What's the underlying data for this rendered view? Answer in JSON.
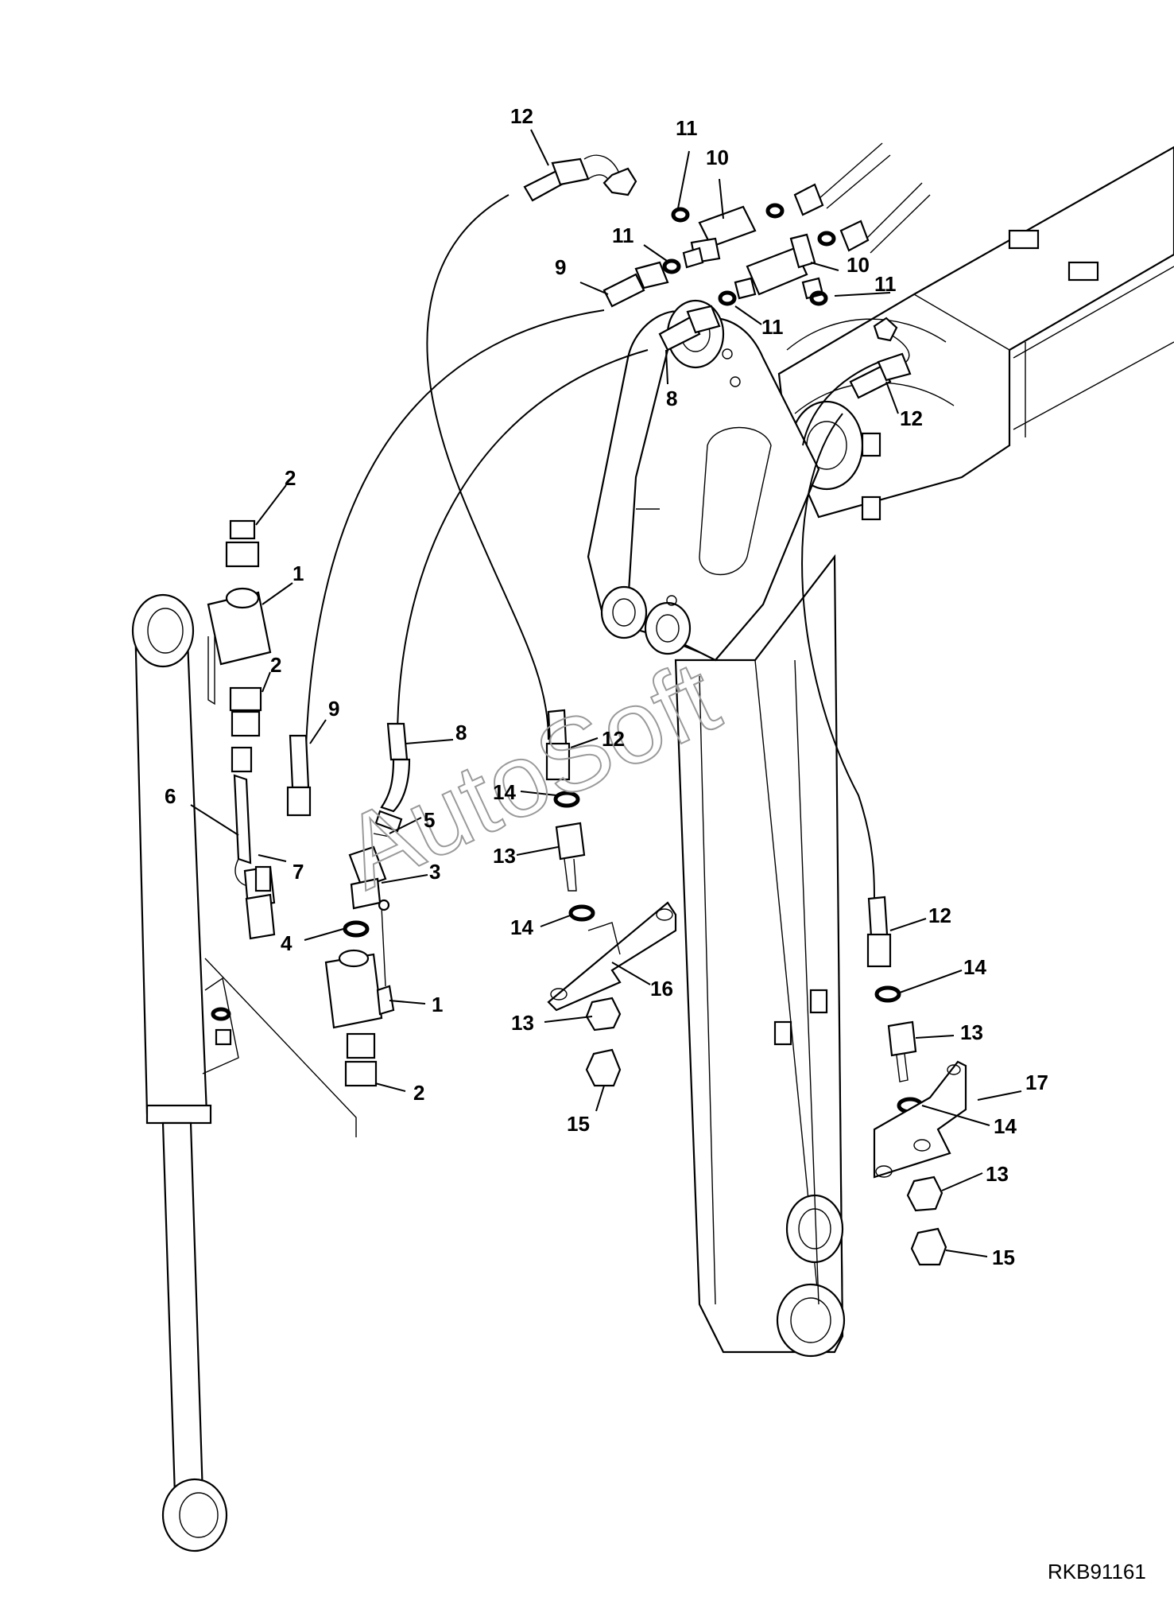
{
  "diagram": {
    "watermark": "AutoSoft",
    "drawing_code": "RKB91161",
    "callouts": {
      "c12a": "12",
      "c11a": "11",
      "c10a": "10",
      "c11b": "11",
      "c9a": "9",
      "c10b": "10",
      "c11c": "11",
      "c11d": "11",
      "c8a": "8",
      "c12b": "12",
      "c2a": "2",
      "c1a": "1",
      "c2b": "2",
      "c9b": "9",
      "c8b": "8",
      "c12c": "12",
      "c6": "6",
      "c14a": "14",
      "c5": "5",
      "c7": "7",
      "c3": "3",
      "c13a": "13",
      "c12d": "12",
      "c14b": "14",
      "c4": "4",
      "c1b": "1",
      "c16": "16",
      "c14c": "14",
      "c13b": "13",
      "c2c": "2",
      "c13c": "13",
      "c17": "17",
      "c15a": "15",
      "c14d": "14",
      "c13d": "13",
      "c15b": "15"
    }
  }
}
